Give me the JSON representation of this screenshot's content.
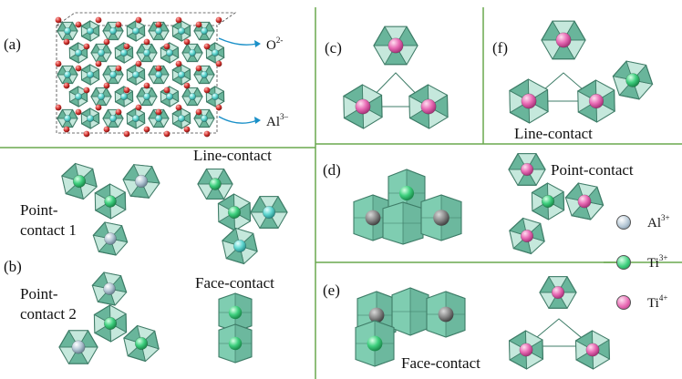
{
  "panels": {
    "a": "(a)",
    "b": "(b)",
    "c": "(c)",
    "d": "(d)",
    "e": "(e)",
    "f": "(f)"
  },
  "annotations": {
    "oxygen": {
      "base": "O",
      "sup": "2-"
    },
    "aluminum": {
      "base": "Al",
      "sup": "3–"
    },
    "point_contact_1": [
      "Point-",
      "contact 1"
    ],
    "point_contact_2": [
      "Point-",
      "contact 2"
    ],
    "line_contact_b": "Line-contact",
    "face_contact_b": "Face-contact",
    "line_contact_f": "Line-contact",
    "point_contact_d": "Point-contact",
    "face_contact_e": "Face-contact"
  },
  "legend": [
    {
      "base": "Al",
      "sup": "3+",
      "color": "#b6c8d6"
    },
    {
      "base": "Ti",
      "sup": "3+",
      "color": "#3ecf7e"
    },
    {
      "base": "Ti",
      "sup": "4+",
      "color": "#e86ab4"
    }
  ],
  "colors": {
    "octahedron_fill": "#7fcdb1",
    "octahedron_edge": "#3f7d68",
    "divider": "#6aa84f",
    "arrow": "#1a90c8",
    "oxygen_atom": "#d0312d"
  }
}
